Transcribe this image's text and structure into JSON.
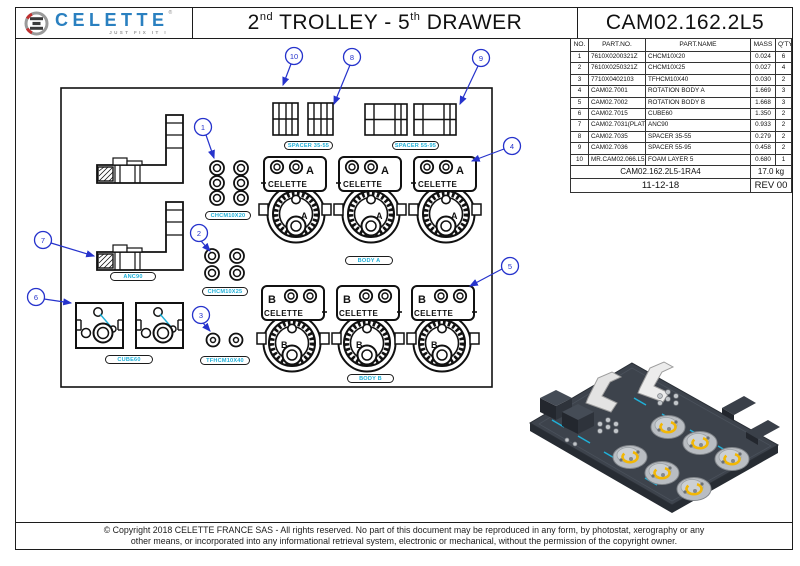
{
  "header": {
    "logo": {
      "brand": "CELETTE",
      "registered": "®",
      "tagline": "JUST FIX IT !"
    },
    "title": {
      "n1": "2",
      "sup1": "nd",
      "mid": " TROLLEY - 5",
      "sup2": "th",
      "end": " DRAWER"
    },
    "part_number": "CAM02.162.2L5"
  },
  "table": {
    "columns": [
      "NO.",
      "PART.NO.",
      "PART.NAME",
      "MASS",
      "Q'TY"
    ],
    "rows": [
      [
        "1",
        "7610X0200321Z",
        "CHCM10X20",
        "0.024",
        "6"
      ],
      [
        "2",
        "7610X0250321Z",
        "CHCM10X25",
        "0.027",
        "4"
      ],
      [
        "3",
        "7710X0402103",
        "TFHCM10X40",
        "0.030",
        "2"
      ],
      [
        "4",
        "CAM02.7001",
        "ROTATION BODY A",
        "1.669",
        "3"
      ],
      [
        "5",
        "CAM02.7002",
        "ROTATION BODY B",
        "1.668",
        "3"
      ],
      [
        "6",
        "CAM02.7015",
        "CUBE60",
        "1.350",
        "2"
      ],
      [
        "7",
        "CAM02.7031(PLAT)",
        "ANC90",
        "0.933",
        "2"
      ],
      [
        "8",
        "CAM02.7035",
        "SPACER 35-55",
        "0.279",
        "2"
      ],
      [
        "9",
        "CAM02.7036",
        "SPACER 55-95",
        "0.458",
        "2"
      ],
      [
        "10",
        "MR.CAM02.066.L5",
        "FOAM LAYER 5",
        "0.680",
        "1"
      ]
    ],
    "footer": {
      "assembly": "CAM02.162.2L5-1RA4",
      "weight": "17.0 kg",
      "date": "11-12-18",
      "revision": "REV 00"
    }
  },
  "drawing": {
    "callouts": [
      "1",
      "2",
      "3",
      "4",
      "5",
      "6",
      "7",
      "8",
      "9",
      "10"
    ],
    "labels": {
      "chcm10x20": "CHCM10X20",
      "chcm10x25": "CHCM10X25",
      "tfhcm10x40": "TFHCM10X40",
      "anc90": "ANC90",
      "cube60": "CUBE60",
      "spacer_35_55": "SPACER 35-55",
      "spacer_55_95": "SPACER 55-95",
      "body_a": "BODY A",
      "body_b": "BODY B"
    },
    "brand": "CELETTE",
    "letter_a": "A",
    "letter_b": "B"
  },
  "footer": {
    "line1": "© Copyright 2018 CELETTE FRANCE SAS - All rights reserved. No part of this document may be reproduced in any form, by photostat, xerography or any",
    "line2": "other means, or incorporated into any informational retrieval system, electronic or mechanical, without the permission of the copyright owner."
  },
  "colors": {
    "brand_blue": "#2a80c0",
    "label_cyan": "#1fb0d8",
    "callout_blue": "#2633cc",
    "tray_dark": "#3d434c",
    "arc_yellow": "#f2b705",
    "logo_red": "#c03030"
  }
}
